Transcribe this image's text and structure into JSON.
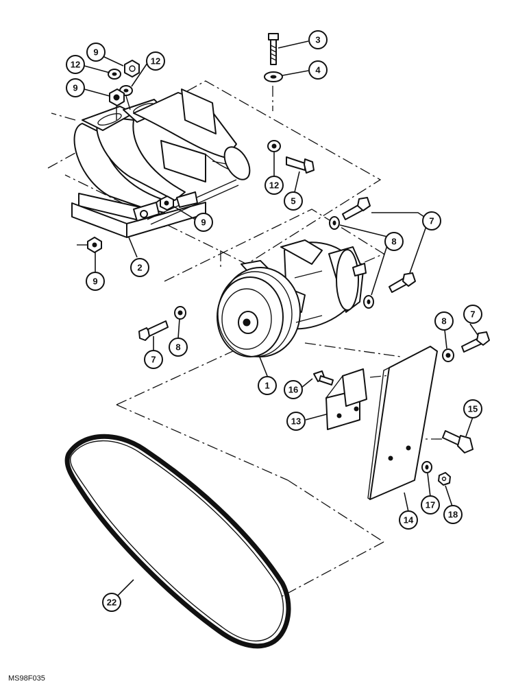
{
  "figure_code": "MS98F035",
  "callouts": [
    {
      "id": "c1",
      "label": "1"
    },
    {
      "id": "c2",
      "label": "2"
    },
    {
      "id": "c3",
      "label": "3"
    },
    {
      "id": "c4",
      "label": "4"
    },
    {
      "id": "c5",
      "label": "5"
    },
    {
      "id": "c7a",
      "label": "7"
    },
    {
      "id": "c7b",
      "label": "7"
    },
    {
      "id": "c7c",
      "label": "7"
    },
    {
      "id": "c8a",
      "label": "8"
    },
    {
      "id": "c8b",
      "label": "8"
    },
    {
      "id": "c8c",
      "label": "8"
    },
    {
      "id": "c9a",
      "label": "9"
    },
    {
      "id": "c9b",
      "label": "9"
    },
    {
      "id": "c9c",
      "label": "9"
    },
    {
      "id": "c9d",
      "label": "9"
    },
    {
      "id": "c12a",
      "label": "12"
    },
    {
      "id": "c12b",
      "label": "12"
    },
    {
      "id": "c12c",
      "label": "12"
    },
    {
      "id": "c13",
      "label": "13"
    },
    {
      "id": "c14",
      "label": "14"
    },
    {
      "id": "c15",
      "label": "15"
    },
    {
      "id": "c16",
      "label": "16"
    },
    {
      "id": "c17",
      "label": "17"
    },
    {
      "id": "c18",
      "label": "18"
    },
    {
      "id": "c22",
      "label": "22"
    }
  ]
}
